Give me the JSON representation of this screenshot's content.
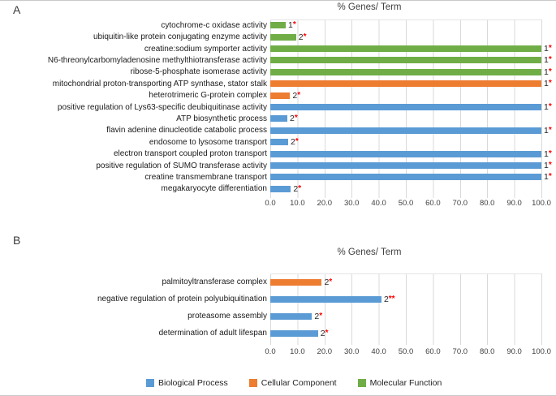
{
  "chart_data": [
    {
      "panel": "A",
      "type": "bar",
      "orientation": "horizontal",
      "title": "% Genes/ Term",
      "xlabel": "",
      "xlim": [
        0,
        100
      ],
      "grid": "vertical",
      "x_tick_labels": [
        "0.0",
        "10.0",
        "20.0",
        "30.0",
        "40.0",
        "50.0",
        "60.0",
        "70.0",
        "80.0",
        "90.0",
        "100.0"
      ],
      "bars": [
        {
          "category": "cytochrome-c oxidase activity",
          "group": "Molecular Function",
          "color": "#70AD47",
          "value": 5.7,
          "count": "1",
          "stars": "*"
        },
        {
          "category": "ubiquitin-like protein conjugating enzyme activity",
          "group": "Molecular Function",
          "color": "#70AD47",
          "value": 9.5,
          "count": "2",
          "stars": "*"
        },
        {
          "category": "creatine:sodium symporter activity",
          "group": "Molecular Function",
          "color": "#70AD47",
          "value": 100,
          "count": "1",
          "stars": "*"
        },
        {
          "category": "N6-threonylcarbomyladenosine methylthiotransferase activity",
          "group": "Molecular Function",
          "color": "#70AD47",
          "value": 100,
          "count": "1",
          "stars": "*"
        },
        {
          "category": "ribose-5-phosphate isomerase activity",
          "group": "Molecular Function",
          "color": "#70AD47",
          "value": 100,
          "count": "1",
          "stars": "*"
        },
        {
          "category": "mitochondrial proton-transporting ATP synthase, stator stalk",
          "group": "Cellular Component",
          "color": "#ED7D31",
          "value": 100,
          "count": "1",
          "stars": "*"
        },
        {
          "category": "heterotrimeric G-protein complex",
          "group": "Cellular Component",
          "color": "#ED7D31",
          "value": 7.3,
          "count": "2",
          "stars": "*"
        },
        {
          "category": "positive regulation of Lys63-specific deubiquitinase activity",
          "group": "Biological Process",
          "color": "#5B9BD5",
          "value": 100,
          "count": "1",
          "stars": "*"
        },
        {
          "category": "ATP biosynthetic process",
          "group": "Biological Process",
          "color": "#5B9BD5",
          "value": 6.3,
          "count": "2",
          "stars": "*"
        },
        {
          "category": "flavin adenine dinucleotide catabolic process",
          "group": "Biological Process",
          "color": "#5B9BD5",
          "value": 100,
          "count": "1",
          "stars": "*"
        },
        {
          "category": "endosome to lysosome transport",
          "group": "Biological Process",
          "color": "#5B9BD5",
          "value": 6.6,
          "count": "2",
          "stars": "*"
        },
        {
          "category": "electron transport coupled proton transport",
          "group": "Biological Process",
          "color": "#5B9BD5",
          "value": 100,
          "count": "1",
          "stars": "*"
        },
        {
          "category": "positive regulation of SUMO transferase activity",
          "group": "Biological Process",
          "color": "#5B9BD5",
          "value": 100,
          "count": "1",
          "stars": "*"
        },
        {
          "category": "creatine transmembrane transport",
          "group": "Biological Process",
          "color": "#5B9BD5",
          "value": 100,
          "count": "1",
          "stars": "*"
        },
        {
          "category": "megakaryocyte differentiation",
          "group": "Biological Process",
          "color": "#5B9BD5",
          "value": 7.6,
          "count": "2",
          "stars": "*"
        }
      ]
    },
    {
      "panel": "B",
      "type": "bar",
      "orientation": "horizontal",
      "title": "% Genes/ Term",
      "xlabel": "",
      "xlim": [
        0,
        100
      ],
      "grid": "vertical",
      "x_tick_labels": [
        "0.0",
        "10.0",
        "20.0",
        "30.0",
        "40.0",
        "50.0",
        "60.0",
        "70.0",
        "80.0",
        "90.0",
        "100.0"
      ],
      "bars": [
        {
          "category": "palmitoyltransferase complex",
          "group": "Cellular Component",
          "color": "#ED7D31",
          "value": 19.0,
          "count": "2",
          "stars": "*"
        },
        {
          "category": "negative regulation of protein polyubiquitination",
          "group": "Biological Process",
          "color": "#5B9BD5",
          "value": 41.0,
          "count": "2",
          "stars": "**"
        },
        {
          "category": "proteasome assembly",
          "group": "Biological Process",
          "color": "#5B9BD5",
          "value": 15.4,
          "count": "2",
          "stars": "*"
        },
        {
          "category": "determination of adult lifespan",
          "group": "Biological Process",
          "color": "#5B9BD5",
          "value": 17.6,
          "count": "2",
          "stars": "*"
        }
      ]
    }
  ],
  "legend": {
    "position": "bottom",
    "items": [
      {
        "label": "Biological Process",
        "color": "#5B9BD5"
      },
      {
        "label": "Cellular Component",
        "color": "#ED7D31"
      },
      {
        "label": "Molecular Function",
        "color": "#70AD47"
      }
    ]
  }
}
